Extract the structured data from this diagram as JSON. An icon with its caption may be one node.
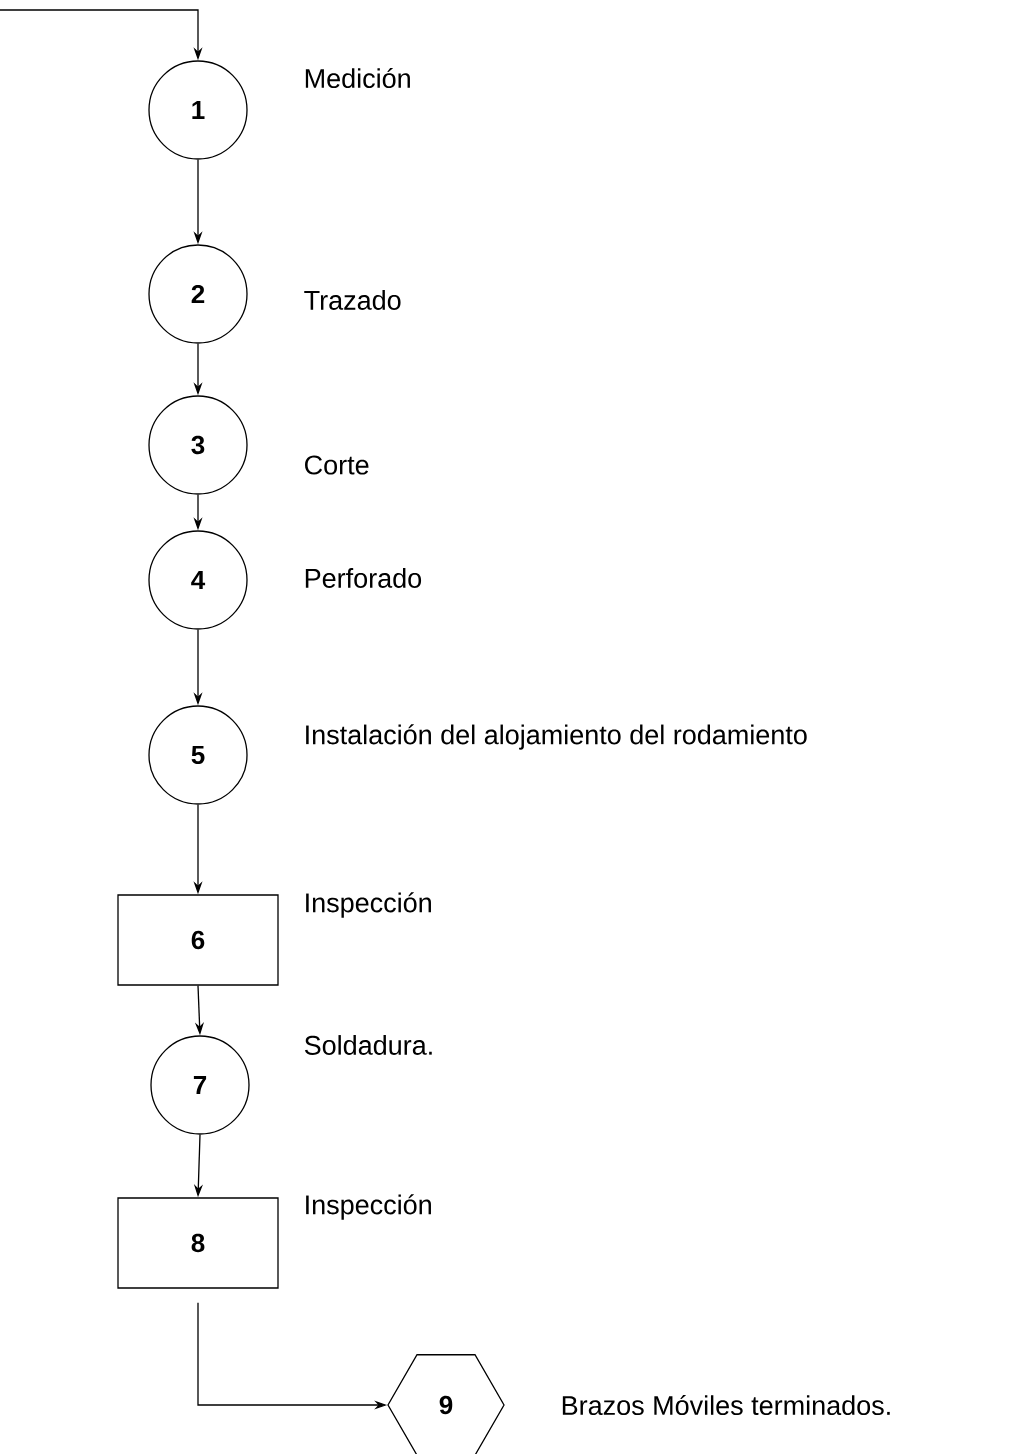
{
  "diagram": {
    "nodes": [
      {
        "text": [
          "1"
        ],
        "beside": [
          "Medición"
        ]
      },
      {
        "text": [
          "2"
        ],
        "beside": [
          "Trazado"
        ]
      },
      {
        "text": [
          "3"
        ],
        "beside": [
          "Corte"
        ]
      },
      {
        "text": [
          "4"
        ],
        "beside": [
          "Perforado"
        ]
      },
      {
        "text": [
          "5"
        ],
        "beside": [
          "Instalación del alojamiento del rodamiento"
        ]
      },
      {
        "text": [
          "6"
        ],
        "beside": [
          "Inspección"
        ]
      },
      {
        "text": [
          "7"
        ],
        "beside": [
          "Soldadura."
        ]
      },
      {
        "text": [
          "8"
        ],
        "beside": [
          "Inspección"
        ]
      },
      {
        "text": [
          "9"
        ],
        "beside": [
          "Brazos Móviles terminados."
        ]
      }
    ],
    "edges": [
      {
        "from": null,
        "to": 0,
        "arrow": "to"
      },
      {
        "from": 0,
        "to": 1,
        "arrow": "to"
      },
      {
        "from": 1,
        "to": 2,
        "arrow": "to"
      },
      {
        "from": 2,
        "to": 3,
        "arrow": "to"
      },
      {
        "from": 3,
        "to": 4,
        "arrow": "to"
      },
      {
        "from": 4,
        "to": 5,
        "arrow": "to"
      },
      {
        "from": 5,
        "to": 6,
        "arrow": "to"
      },
      {
        "from": 6,
        "to": 7,
        "arrow": "to"
      },
      {
        "from": 7,
        "to": 8,
        "arrow": "to"
      }
    ]
  }
}
